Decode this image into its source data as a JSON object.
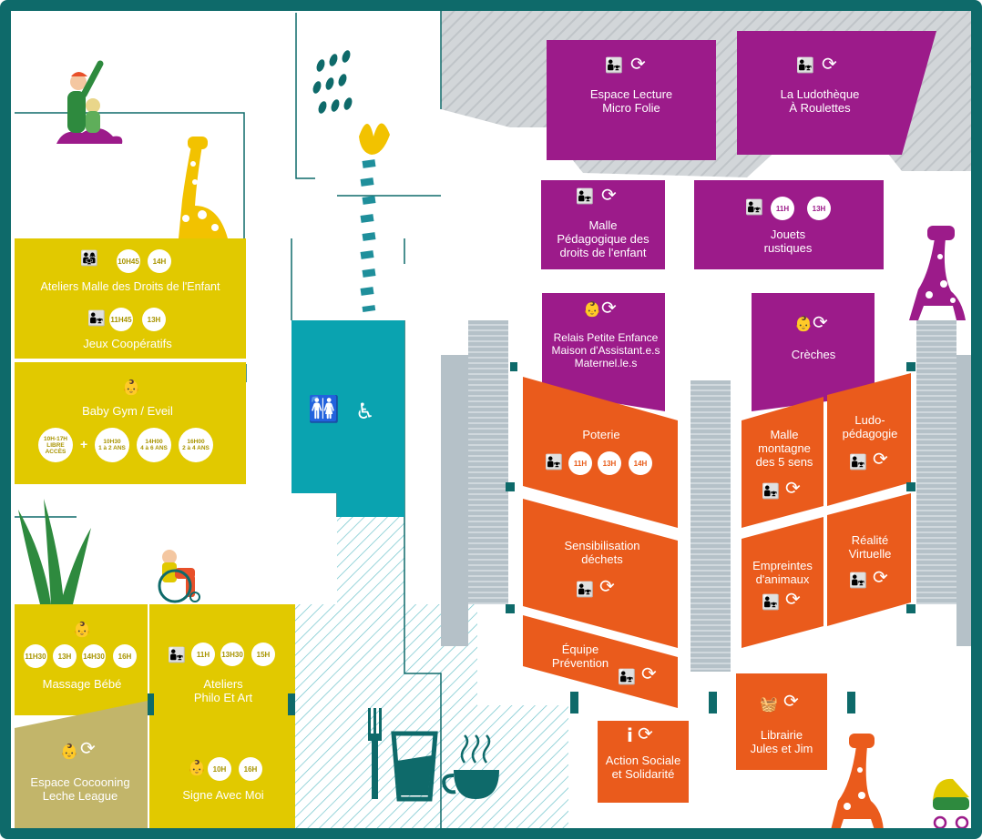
{
  "colors": {
    "purple": "#9c1b8a",
    "yellow": "#e1c900",
    "orange": "#ea5b1c",
    "teal": "#0aa3b0",
    "dark_teal": "#0e6a6a",
    "khaki": "#c2b56a",
    "grey": "#b5c1c8",
    "frame": "#0e6a6a"
  },
  "icons": {
    "people": "people-icon",
    "parent_child": "parent-child-icon",
    "refresh": "refresh-icon",
    "info": "info-icon",
    "basket": "basket-icon",
    "toilets": "toilets-icon",
    "changing_table": "changing-table-icon",
    "wheelchair": "wheelchair-icon",
    "fork": "fork-icon",
    "glass": "glass-icon",
    "coffee": "coffee-icon"
  },
  "zones": {
    "espace_lecture": {
      "label": "Espace Lecture\nMicro Folie"
    },
    "ludotheque": {
      "label": "La Ludothèque\nÀ Roulettes"
    },
    "malle_pedagogique": {
      "label": "Malle\nPédagogique des\ndroits de l'enfant"
    },
    "jouets": {
      "label": "Jouets\nrustiques",
      "times": [
        "11H",
        "13H"
      ]
    },
    "relais": {
      "label": "Relais Petite Enfance\nMaison d'Assistant.e.s\nMaternel.le.s"
    },
    "creches": {
      "label": "Crèches"
    },
    "ateliers_malle": {
      "label": "Ateliers Malle des Droits de l'Enfant",
      "times": [
        "10H45",
        "14H"
      ]
    },
    "jeux": {
      "label": "Jeux Coopératifs",
      "times": [
        "11H45",
        "13H"
      ]
    },
    "baby_gym": {
      "label": "Baby Gym / Eveil",
      "sessions": [
        "10H-17H\nLIBRE\nACCÈS",
        "10H30\n1 à 2 ANS",
        "14H00\n4 à 6 ANS",
        "16H00\n2 à 4 ANS"
      ],
      "plus": "+"
    },
    "poterie": {
      "label": "Poterie",
      "times": [
        "11H",
        "13H",
        "14H"
      ]
    },
    "malle_montagne": {
      "label": "Malle\nmontagne\ndes 5 sens"
    },
    "ludo_pedagogie": {
      "label": "Ludo-\npédagogie"
    },
    "sensibilisation": {
      "label": "Sensibilisation\ndéchets"
    },
    "empreintes": {
      "label": "Empreintes\nd'animaux"
    },
    "realite": {
      "label": "Réalité\nVirtuelle"
    },
    "equipe": {
      "label": "Équipe\nPrévention"
    },
    "massage": {
      "label": "Massage Bébé",
      "times": [
        "11H30",
        "13H",
        "14H30",
        "16H"
      ]
    },
    "philo": {
      "label": "Ateliers\nPhilo Et Art",
      "times": [
        "11H",
        "13H30",
        "15H"
      ]
    },
    "cocooning": {
      "label": "Espace Cocooning\nLeche League"
    },
    "signe": {
      "label": "Signe Avec Moi",
      "times": [
        "10H",
        "16H"
      ]
    },
    "action_sociale": {
      "label": "Action Sociale\net Solidarité"
    },
    "librairie": {
      "label": "Librairie\nJules et Jim"
    }
  }
}
